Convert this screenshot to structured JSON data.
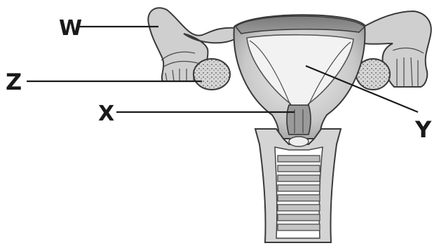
{
  "labels": {
    "w": "W",
    "z": "Z",
    "x": "X",
    "y": "Y"
  },
  "colors": {
    "tissue": "#d9d9d9",
    "shade": "#a8a8a8",
    "dark": "#6e6e6e",
    "line": "#1a1a1a"
  }
}
